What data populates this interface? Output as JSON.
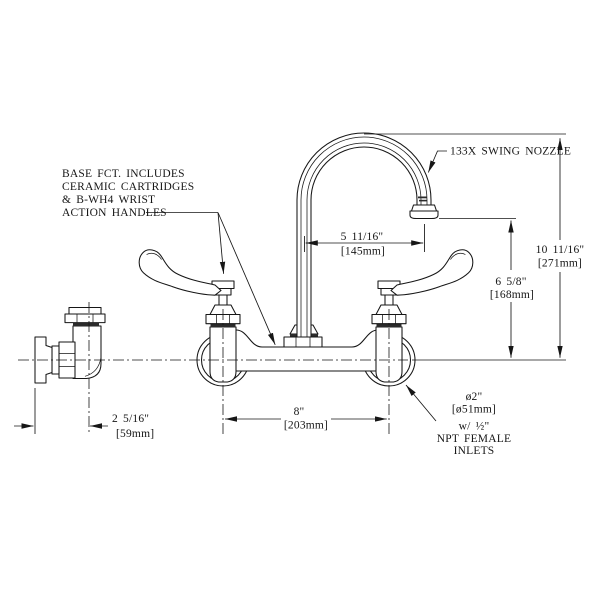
{
  "drawing": {
    "nozzle_label": "133X SWING NOZZLE",
    "base_note": {
      "lines": [
        "BASE FCT. INCLUDES",
        "CERAMIC CARTRIDGES",
        "& B-WH4 WRIST",
        "ACTION HANDLES"
      ]
    },
    "inlet_note": {
      "lines": [
        "ø2\"",
        "[ø51mm]",
        "w/ ½\"",
        "NPT FEMALE",
        "INLETS"
      ]
    },
    "dims": {
      "spout_reach": {
        "inches": "5 11/16\"",
        "mm": "[145mm]"
      },
      "overall_height": {
        "inches": "10 11/16\"",
        "mm": "[271mm]"
      },
      "outlet_height": {
        "inches": "6 5/8\"",
        "mm": "[168mm]"
      },
      "inlet_offset": {
        "inches": "2 5/16\"",
        "mm": "[59mm]"
      },
      "faucet_centers": {
        "inches": "8\"",
        "mm": "[203mm]"
      }
    },
    "colors": {
      "line": "#161616",
      "background": "#ffffff"
    }
  }
}
